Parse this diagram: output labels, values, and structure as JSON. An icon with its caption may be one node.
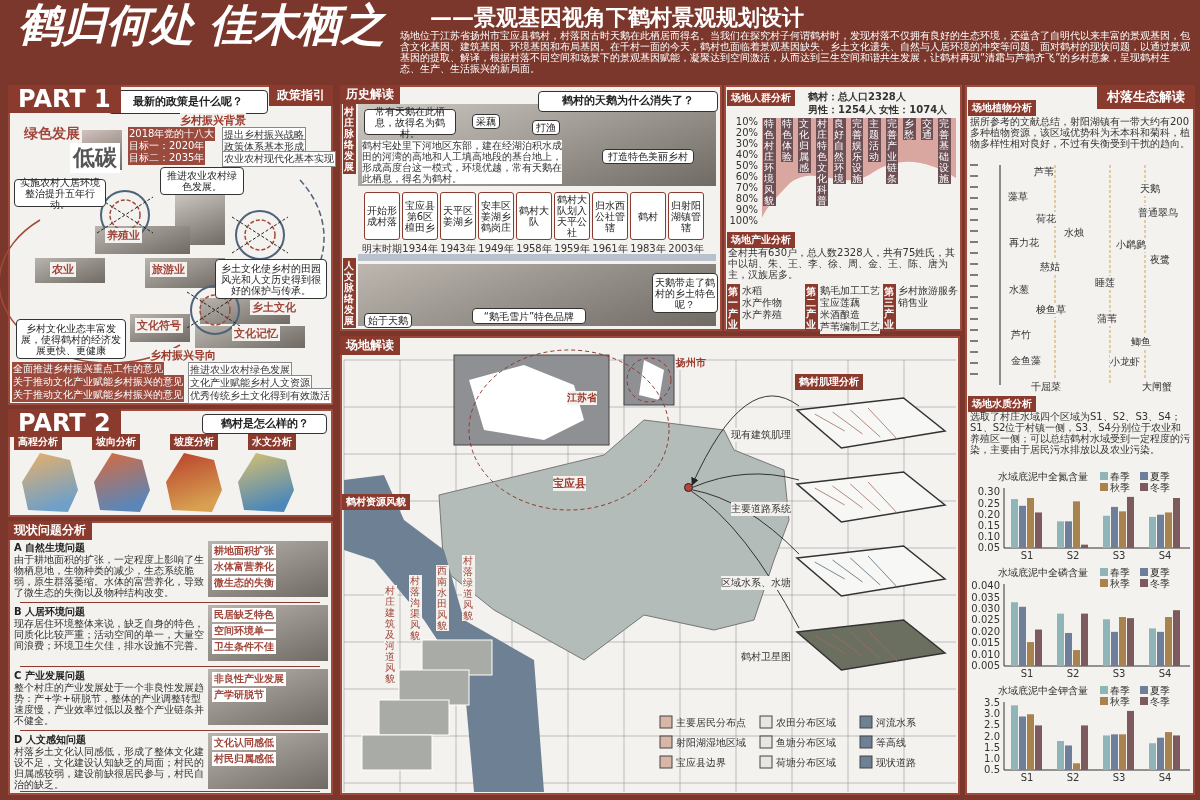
{
  "diagram": {
    "title": "鹤归何处 佳木栖之",
    "nodes": [
      {
        "text": [
          "PART 1",
          "政策指引"
        ]
      },
      {
        "text": [
          "最新的政策是什么呢？"
        ],
        "in": 0
      },
      {
        "text": [
          "实施农村人居环境整治提升五年行动。"
        ],
        "in": 0
      },
      {
        "text": [
          "推进农业农村绿色发展。"
        ],
        "in": 0
      },
      {
        "text": [
          "乡土文化使乡村的田园风光和人文历史得到很好的保护与传承。"
        ],
        "in": 0
      },
      {
        "text": [
          "乡村文化业态丰富发展，使得鹤村的经济发展更快、更健康"
        ],
        "in": 0
      },
      {
        "text": [
          "PART 2"
        ]
      },
      {
        "text": [
          "鹤村是怎么样的？"
        ],
        "in": 6
      },
      {
        "text": [
          "现状问题分析"
        ]
      },
      {
        "text": [
          "历史解读"
        ]
      },
      {
        "text": [
          "鹤村的天鹅为什么消失了？"
        ],
        "in": 9
      },
      {
        "text": [
          "常有天鹅在此栖息，故得名为鹤村。"
        ],
        "in": 9
      },
      {
        "text": [
          "采藕"
        ],
        "in": 9
      },
      {
        "text": [
          "打渔"
        ],
        "in": 9
      },
      {
        "text": [
          "打造特色美丽乡村"
        ],
        "in": 9
      },
      {
        "text": [
          "开始形成村落"
        ],
        "in": 9,
        "beside": [
          "明末时期"
        ]
      },
      {
        "text": [
          "宝应县第6区檀田乡"
        ],
        "in": 9,
        "beside": [
          "1934年"
        ]
      },
      {
        "text": [
          "天平区姜湖乡"
        ],
        "in": 9,
        "beside": [
          "1943年"
        ]
      },
      {
        "text": [
          "安丰区姜湖乡鹤岗庄"
        ],
        "in": 9,
        "beside": [
          "1949年"
        ]
      },
      {
        "text": [
          "鹤村大队"
        ],
        "in": 9,
        "beside": [
          "1958年"
        ]
      },
      {
        "text": [
          "鹤村大队划入天平公社"
        ],
        "in": 9,
        "beside": [
          "1959年"
        ]
      },
      {
        "text": [
          "归水西公社管辖"
        ],
        "in": 9,
        "beside": [
          "1961年"
        ]
      },
      {
        "text": [
          "鹤村"
        ],
        "in": 9,
        "beside": [
          "1983年"
        ]
      },
      {
        "text": [
          "归射阳湖镇管辖"
        ],
        "in": 9,
        "beside": [
          "2003年"
        ]
      },
      {
        "text": [
          "始于天鹅"
        ],
        "in": 9
      },
      {
        "text": [
          "“鹅毛雪片”特色品牌"
        ],
        "in": 9
      },
      {
        "text": [
          "天鹅带走了鹤村的乡土特色呢？"
        ],
        "in": 9
      },
      {
        "text": [
          "场地解读"
        ]
      },
      {
        "text": [],
        "shape": "circle",
        "in": 27
      },
      {
        "text": [],
        "shape": "picture",
        "in": 27,
        "beside": [
          "现有建筑肌理"
        ]
      },
      {
        "text": [],
        "shape": "picture",
        "in": 27,
        "beside": [
          "主要道路系统"
        ]
      },
      {
        "text": [],
        "shape": "picture",
        "in": 27,
        "beside": [
          "区域水系、水塘"
        ]
      },
      {
        "text": [],
        "shape": "picture",
        "in": 27,
        "beside": [
          "鹤村卫星图"
        ]
      },
      {
        "text": [
          "村落生态解读"
        ]
      }
    ],
    "edges": [
      {
        "from": 29,
        "to": 28,
        "arrow": "to"
      },
      {
        "from": 30,
        "to": 28,
        "arrow": "none"
      },
      {
        "from": 31,
        "to": 28,
        "arrow": "none"
      },
      {
        "from": 32,
        "to": 28,
        "arrow": "none"
      }
    ],
    "labels": [
      "——景观基因视角下鹤村景观规划设计",
      "场地位于江苏省扬州市宝应县鹤村，村落因古时天鹅在此栖居而得名。当我们在探究村子何谓鹤村时，发现村落不仅拥有良好的生态环境，还蕴含了自明代以来丰富的景观基因，包含文化基因、建筑基因、环境基因和布局基因。在千村一面的今天，鹤村也面临着景观基因缺失、乡土文化遗失、自然与人居环境的冲突等问题。面对鹤村的现状问题，以通过景观基因的提取、解译，根据村落不同空间和场景下的景观基因赋能，凝聚达到空间激活，从而达到三生空间和谐共生发展，让鹤村再现“清霜与芦鹤齐飞”的乡村意象，呈现鹤村生态、生产、生活振兴的新局面。",
      "乡村振兴背景",
      "2018年党的十八大",
      "提出乡村振兴战略",
      "目标一：2020年",
      "政策体系基本形成",
      "目标二：2035年",
      "农业农村现代化基本实现",
      "绿色发展",
      "低碳",
      "养殖业",
      "农业",
      "旅游业",
      "乡土文化",
      "文化符号",
      "文化记忆",
      "乡村振兴导向",
      "全面推进乡村振兴重点工作的意见",
      "推进农业农村绿色发展",
      "关于推动文化产业赋能乡村振兴的意见",
      "文化产业赋能乡村人文资源",
      "关于推动文化产业赋能乡村振兴的意见",
      "优秀传统乡土文化得到有效激活",
      "高程分析",
      "坡向分析",
      "坡度分析",
      "水文分析",
      "A 自然生境问题",
      "由于耕地面积的扩张，一定程度上影响了生物栖息地，生物种类的减少，生态系统脆弱，原生群落萎缩。水体的富营养化，导致了微生态的失衡以及物种结构改变。",
      "耕地面积扩张",
      "水体富营养化",
      "微生态的失衡",
      "B 人居环境问题",
      "现存居住环境整体来说，缺乏自身的特色，同质化比较严重；活动空间的单一，大量空间浪费；环境卫生欠佳，排水设施不完善。",
      "民居缺乏特色",
      "空间环境单一",
      "卫生条件不佳",
      "C 产业发展问题",
      "整个村庄的产业发展处于一个非良性发展趋势：产+学+研脱节，整体的产业调整转型速度慢，产业效率过低以及整个产业链条并不健全。",
      "非良性产业发展",
      "产学研脱节",
      "D 人文感知问题",
      "村落乡土文化认同感低，形成了整体文化建设不足，文化建设认知缺乏的局面；村民的归属感较弱，建设前缺很居民参与，村民自治的缺乏。",
      "文化认同感低",
      "村民归属感低",
      "村庄脉络发展",
      "人文脉络发展",
      "鹤村宅处里下河地区东部，建在经湖泊积水成田的河湾的高地和人工填高地段的基台地上，形成高度台这一模式，环境优越，常有天鹅在此栖息，得名为鹤村。",
      "场地人群分析",
      "鹤村：总人口2328人",
      "男性：1254人 女性：1074人",
      "10%",
      "20%",
      "30%",
      "40%",
      "50%",
      "60%",
      "70%",
      "80%",
      "90%",
      "100%",
      "特色村庄环境风貌",
      "特色体验",
      "文化归属感",
      "村庄特色文化科普",
      "良好自然环境",
      "完善娱乐设施",
      "主题活动",
      "完善产业链条",
      "乡愁",
      "交通",
      "完善基础设施",
      "场地产业分析",
      "全村共有630户，总人数2328人，共有75姓氏，其中以胡、朱、王、李、徐、周、金、王、陈、唐为主，汉族居多。",
      "第一产业",
      "第二产业",
      "第三产业",
      "水稻",
      "水产作物",
      "水产养殖",
      "鹅毛加工工艺",
      "宝应莲藕",
      "米酒酿造",
      "芦苇编制工艺",
      "乡村旅游服务",
      "销售业",
      "江苏省",
      "扬州市",
      "宝应县",
      "鹤村资源风貌",
      "村庄建筑及河道风貌",
      "村落沟渠风貌",
      "西南水田风貌",
      "村落绿道风貌",
      "鹤村肌理分析",
      "场地植物分析",
      "据所参考的文献总结，射阳湖镇有一带大约有200多种植物资源，该区域优势科为禾本科和菊科，植物多样性相对良好，不过有失衡受到干扰的趋向。",
      "芦苇",
      "天鹅",
      "藻草",
      "普通翠鸟",
      "荷花",
      "水烛",
      "再力花",
      "小䴙䴘",
      "夜鹭",
      "慈姑",
      "睡莲",
      "水葱",
      "梭鱼草",
      "蒲苇",
      "芦竹",
      "鲫鱼",
      "金鱼藻",
      "小龙虾",
      "千屈菜",
      "大闸蟹",
      "场地水质分析",
      "选取了村庄水域四个区域为S1、S2、S3、S4；S1、S2位于村镇一侧，S3、S4分别位于农业和养殖区一侧；可以总结鹤村水域受到一定程度的污染，主要由于居民污水排放以及农业污染。",
      "水域底泥中全氮含量",
      "0.30",
      "0.25",
      "0.20",
      "0.15",
      "0.10",
      "0.05",
      "S1",
      "S2",
      "S3",
      "S4",
      "春季",
      "夏季",
      "秋季",
      "冬季",
      "水域底泥中全磷含量",
      "0.040",
      "0.035",
      "0.030",
      "0.025",
      "0.020",
      "0.015",
      "0.010",
      "0.005",
      "S1",
      "S2",
      "S3",
      "S4",
      "春季",
      "夏季",
      "秋季",
      "冬季",
      "水域底泥中全钾含量",
      "3.5",
      "3.0",
      "2.5",
      "2.0",
      "1.5",
      "1.0",
      "0.5",
      "S1",
      "S2",
      "S3",
      "S4",
      "春季",
      "夏季",
      "秋季",
      "冬季"
    ],
    "legend": [
      {
        "text": "主要居民分布点"
      },
      {
        "text": "农田分布区域"
      },
      {
        "text": "河流水系"
      },
      {
        "text": "射阳湖湿地区域"
      },
      {
        "text": "鱼塘分布区域"
      },
      {
        "text": "等高线"
      },
      {
        "text": "宝应县边界"
      },
      {
        "text": "荷塘分布区域"
      },
      {
        "text": "现状道路"
      }
    ]
  }
}
